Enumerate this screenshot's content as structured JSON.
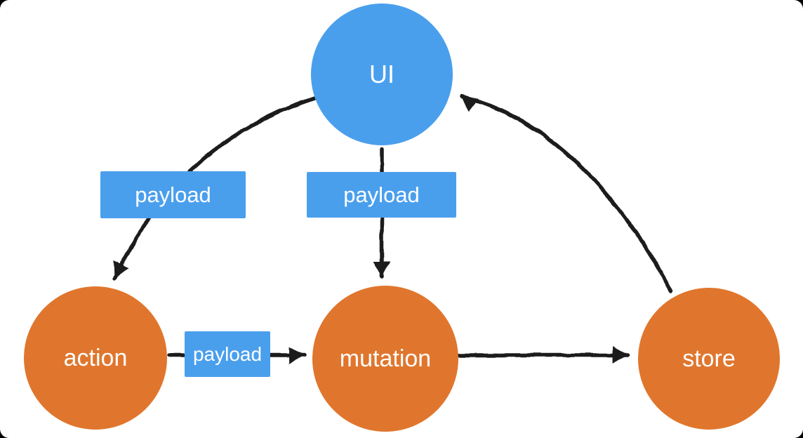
{
  "colors": {
    "blue": "#4a9fed",
    "orange": "#e0762d",
    "arrow": "#1d1d1d",
    "text": "#ffffff",
    "background": "#ffffff"
  },
  "nodes": {
    "ui": {
      "label": "UI",
      "color": "#4a9fed"
    },
    "action": {
      "label": "action",
      "color": "#e0762d"
    },
    "mutation": {
      "label": "mutation",
      "color": "#e0762d"
    },
    "store": {
      "label": "store",
      "color": "#e0762d"
    }
  },
  "edge_labels": {
    "ui_action": "payload",
    "ui_mutation": "payload",
    "action_mutation": "payload"
  },
  "edges": [
    {
      "from": "ui",
      "to": "action",
      "label": "payload",
      "shape": "curved"
    },
    {
      "from": "ui",
      "to": "mutation",
      "label": "payload",
      "shape": "straight"
    },
    {
      "from": "action",
      "to": "mutation",
      "label": "payload",
      "shape": "straight"
    },
    {
      "from": "mutation",
      "to": "store",
      "shape": "straight"
    },
    {
      "from": "store",
      "to": "ui",
      "shape": "curved"
    }
  ]
}
